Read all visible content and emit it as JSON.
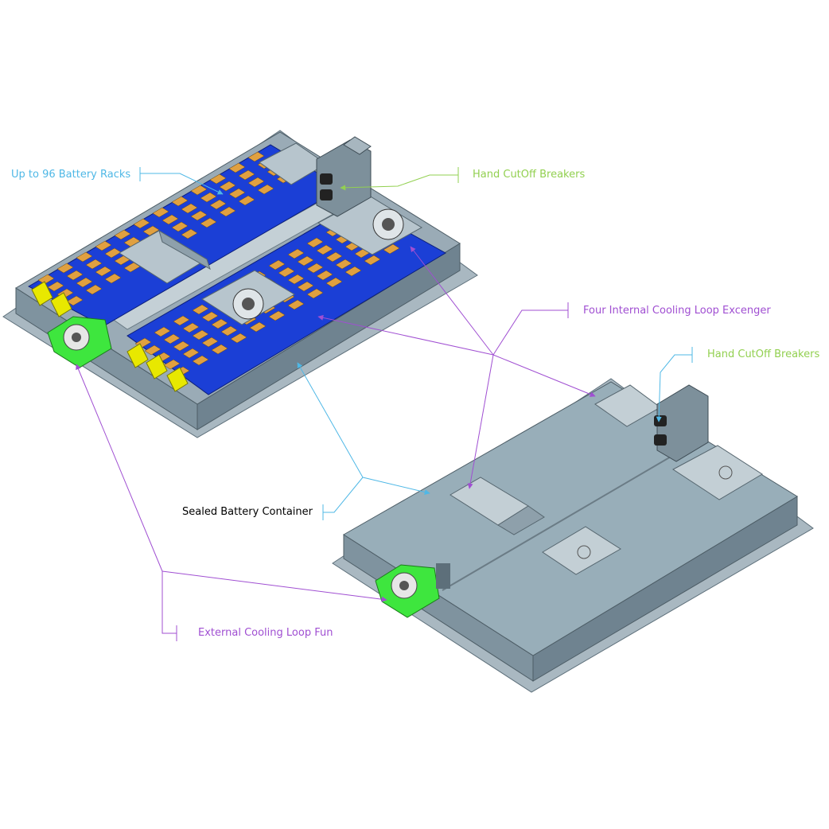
{
  "colors": {
    "cyan": "#4fb8e6",
    "green": "#92d050",
    "purple": "#a04fd2",
    "black": "#000000",
    "container_gray": "#8fa4b0",
    "battery_blue": "#1b3fd6",
    "cell_orange": "#e0a040",
    "fan_green": "#3ee63e"
  },
  "labels": {
    "battery_racks": "Up to 96 Battery Racks",
    "cutoff_top": "Hand CutOff Breakers",
    "cooling_exchanger": "Four Internal Cooling Loop Excenger",
    "cutoff_right": "Hand CutOff Breakers",
    "sealed_container": "Sealed Battery Container",
    "external_fan": "External Cooling Loop Fun"
  }
}
